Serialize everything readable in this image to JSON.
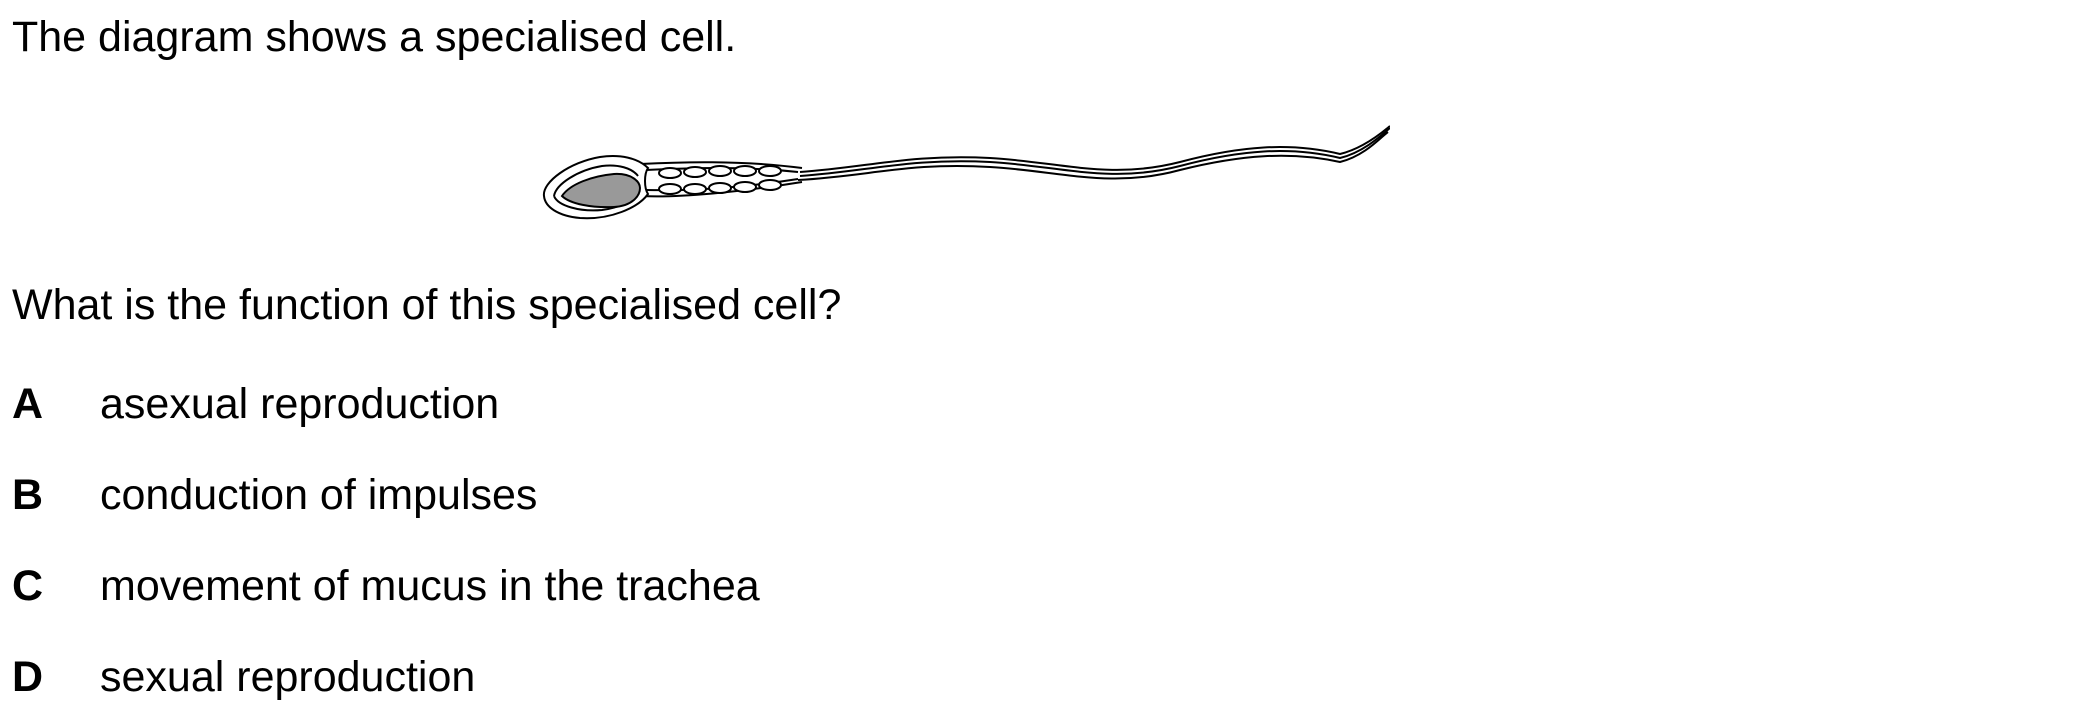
{
  "intro": "The diagram shows a specialised cell.",
  "question": "What is the function of this specialised cell?",
  "diagram": {
    "subject": "sperm-cell"
  },
  "options": [
    {
      "letter": "A",
      "text": "asexual reproduction"
    },
    {
      "letter": "B",
      "text": "conduction of impulses"
    },
    {
      "letter": "C",
      "text": "movement of mucus in the trachea"
    },
    {
      "letter": "D",
      "text": "sexual reproduction"
    }
  ],
  "colors": {
    "nucleus_fill": "#999999",
    "outline": "#000000"
  }
}
